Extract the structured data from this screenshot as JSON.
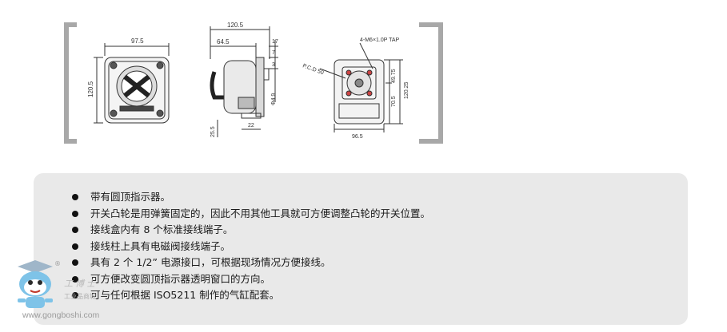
{
  "drawing": {
    "front": {
      "width": "97.5",
      "height": "120.5"
    },
    "side": {
      "overall": "120.5",
      "body": "64.5",
      "d1": "17",
      "d2": "7",
      "d3": "3",
      "hole": "Φ4.9",
      "foot_h": "25.5",
      "foot_w": "22"
    },
    "back": {
      "tap": "4-M6×1.0P TAP",
      "pcd": "P.C.D 50",
      "d1": "49.75",
      "d2": "70.5",
      "d3": "120.25",
      "width": "96.5"
    }
  },
  "features": [
    "带有圆顶指示器。",
    "开关凸轮是用弹簧固定的，因此不用其他工具就可方便调整凸轮的开关位置。",
    "接线盒内有 8 个标准接线端子。",
    "接线柱上具有电磁阀接线端子。",
    "具有 2 个 1/2” 电源接口，可根据现场情况方便接线。",
    "可方便改变圆顶指示器透明窗口的方向。",
    "可与任何根据 ISO5211 制作的气缸配套。"
  ],
  "watermark": {
    "url": "www.gongboshi.com",
    "brand": "工博士",
    "sub": "工业品商城",
    "reg": "®"
  }
}
